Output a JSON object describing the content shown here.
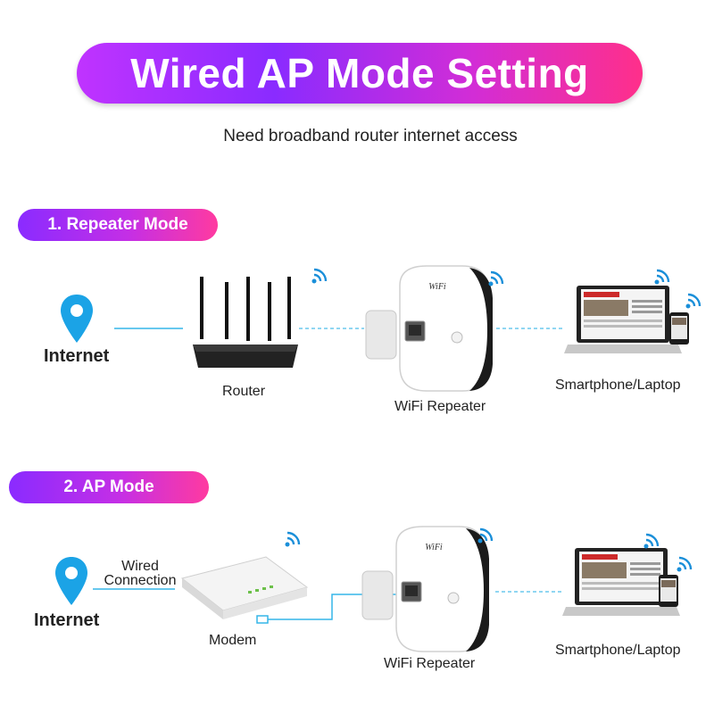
{
  "title": "Wired AP Mode Setting",
  "subtitle": "Need broadband router internet access",
  "modes": [
    {
      "label": "1. Repeater Mode",
      "internet": "Internet",
      "router": "Router",
      "repeater": "WiFi Repeater",
      "devices": "Smartphone/Laptop"
    },
    {
      "label": "2. AP Mode",
      "internet": "Internet",
      "wired_connection": "Wired\nConnection",
      "modem": "Modem",
      "repeater": "WiFi Repeater",
      "devices": "Smartphone/Laptop"
    }
  ],
  "colors": {
    "pin": "#1ba3e6",
    "wifi": "#1a8fd9",
    "line": "#35b5e8",
    "dashed": "#6cc8ee"
  },
  "icons": [
    "location-pin-icon",
    "wifi-signal-icon",
    "router-icon",
    "repeater-icon",
    "laptop-icon",
    "smartphone-icon",
    "modem-icon"
  ]
}
